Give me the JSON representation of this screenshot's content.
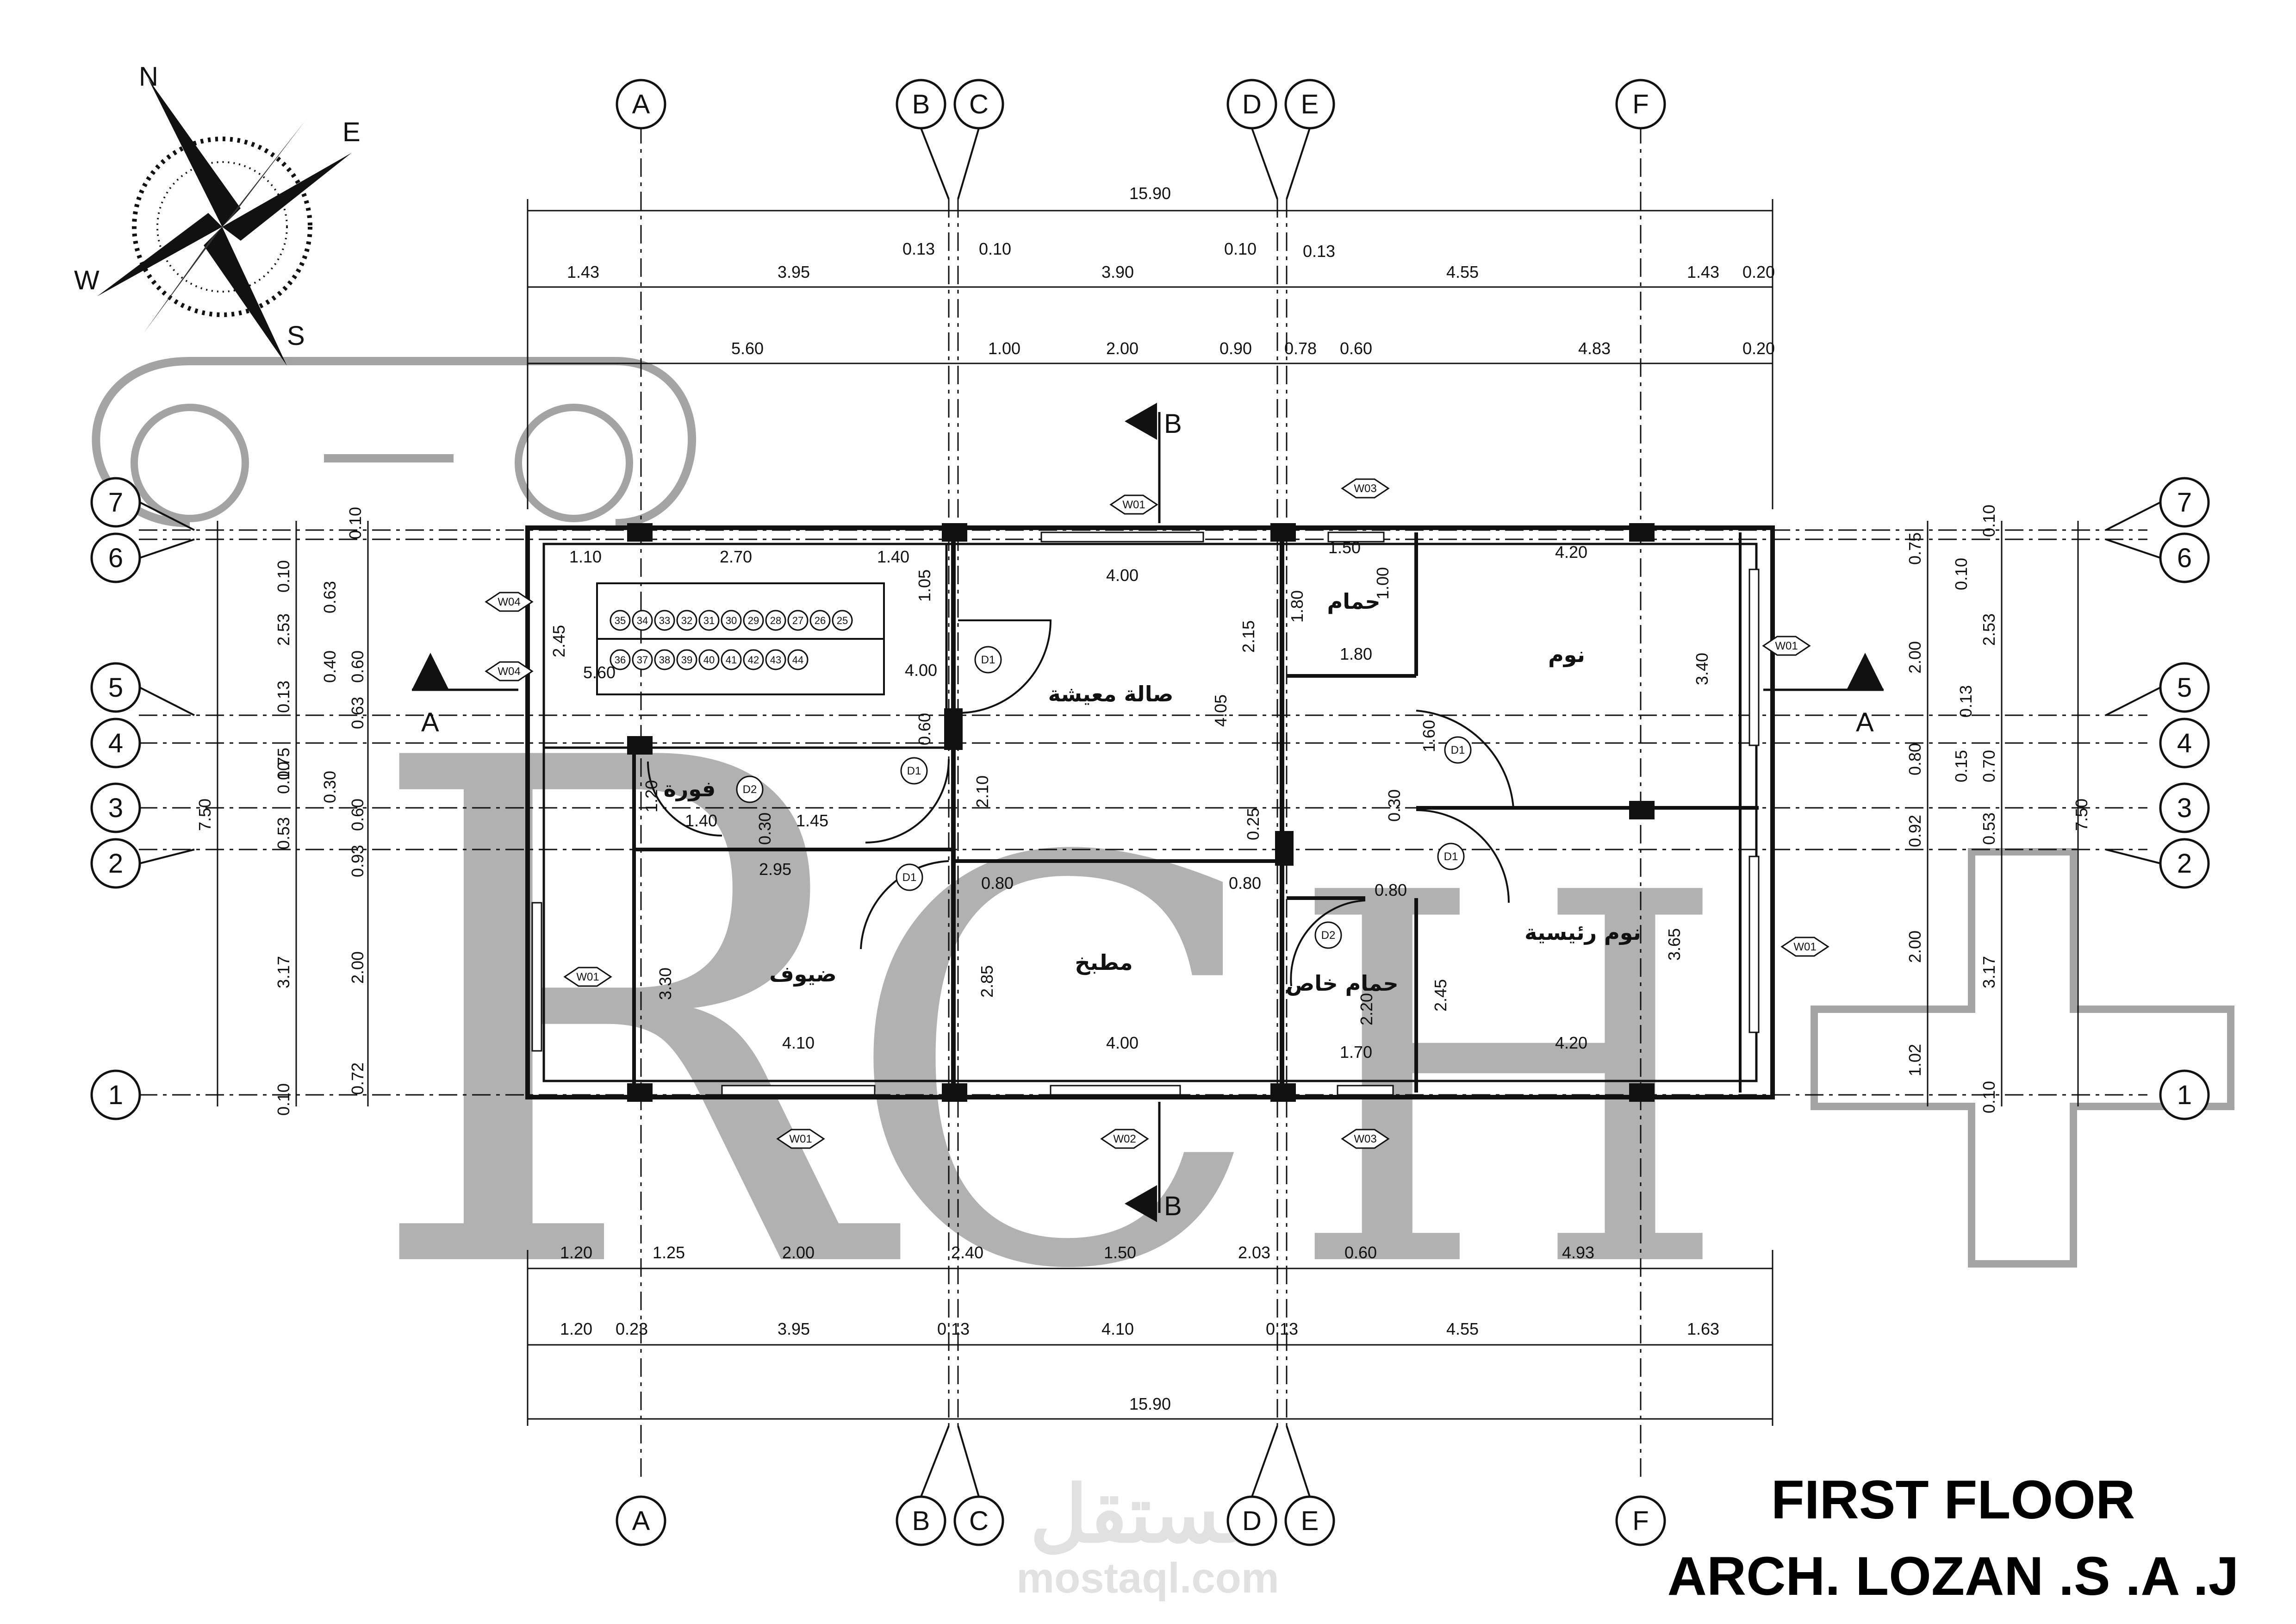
{
  "title": {
    "line1": "FIRST FLOOR",
    "line2": "ARCH. LOZAN .S .A .J"
  },
  "compass": {
    "n": "N",
    "e": "E",
    "s": "S",
    "w": "W"
  },
  "watermark": {
    "rch": "RCH",
    "mostaql_ar": "مستقل",
    "mostaql_url": "mostaql.com"
  },
  "axes": {
    "columns": [
      "A",
      "B",
      "C",
      "D",
      "E",
      "F"
    ],
    "rows": [
      "7",
      "6",
      "5",
      "4",
      "3",
      "2",
      "1"
    ]
  },
  "sections": {
    "a": "A",
    "b": "B"
  },
  "rooms": {
    "living": "صالة معيشة",
    "bath": "حمام",
    "bedroom": "نوم",
    "master_bedroom": "نوم رئيسية",
    "private_bath": "حمام خاص",
    "kitchen": "مطبخ",
    "guests": "ضيوف",
    "fover": "فورة"
  },
  "tags": {
    "d1": "D1",
    "d2": "D2",
    "w01": "W01",
    "w02": "W02",
    "w03": "W03",
    "w04": "W04"
  },
  "stairs": {
    "upper": [
      "35",
      "34",
      "33",
      "32",
      "31",
      "30",
      "29",
      "28",
      "27",
      "26",
      "25"
    ],
    "lower": [
      "36",
      "37",
      "38",
      "39",
      "40",
      "41",
      "42",
      "43",
      "44"
    ]
  },
  "top_dims": {
    "total": "15.90",
    "row2": [
      "1.43",
      "3.95",
      "3.90",
      "4.55",
      "1.43",
      "0.20"
    ],
    "row2_small": [
      "0.13",
      "0.10",
      "0.10",
      "0.13"
    ],
    "row3": [
      "5.60",
      "1.00",
      "2.00",
      "0.90",
      "0.78",
      "0.60",
      "4.83",
      "0.20"
    ]
  },
  "bottom_dims": {
    "row1": [
      "1.20",
      "1.25",
      "2.00",
      "2.40",
      "1.50",
      "2.03",
      "0.60",
      "4.93"
    ],
    "row2": [
      "1.20",
      "0.23",
      "3.95",
      "0.13",
      "4.10",
      "0.13",
      "4.55",
      "1.63"
    ],
    "total": "15.90"
  },
  "left_dims": {
    "total": "7.50",
    "col2": [
      "0.10",
      "2.53",
      "0.13",
      "0.10",
      "0.53",
      "3.17",
      "0.10"
    ],
    "col3": [
      "0.10",
      "0.63",
      "0.40",
      "0.60",
      "0.63",
      "0.75",
      "0.30",
      "0.60",
      "0.93",
      "2.00",
      "0.72"
    ]
  },
  "right_dims": {
    "total": "7.50",
    "col1": [
      "0.75",
      "2.00",
      "0.80",
      "0.92",
      "2.00",
      "1.02"
    ],
    "col2": [
      "0.10",
      "0.10",
      "2.53",
      "0.13",
      "0.15",
      "0.70",
      "0.53",
      "3.17",
      "0.10"
    ]
  },
  "inner_dims": {
    "d110": "1.10",
    "d270": "2.70",
    "d140a": "1.40",
    "d105": "1.05",
    "d245a": "2.45",
    "d560": "5.60",
    "d400a": "4.00",
    "d060a": "0.60",
    "d210": "2.10",
    "d120": "1.20",
    "d140b": "1.40",
    "d145": "1.45",
    "d030a": "0.30",
    "d295": "2.95",
    "d330": "3.30",
    "d410": "4.10",
    "d400b": "4.00",
    "d285": "2.85",
    "d080a": "0.80",
    "d080b": "0.80",
    "d400c": "4.00",
    "d215": "2.15",
    "d405": "4.05",
    "d025": "0.25",
    "d150": "1.50",
    "d180a": "1.80",
    "d100": "1.00",
    "d180b": "1.80",
    "d420a": "4.20",
    "d340": "3.40",
    "d160": "1.60",
    "d030b": "0.30",
    "d080c": "0.80",
    "d220": "2.20",
    "d245b": "2.45",
    "d170": "1.70",
    "d420b": "4.20",
    "d365": "3.65"
  }
}
